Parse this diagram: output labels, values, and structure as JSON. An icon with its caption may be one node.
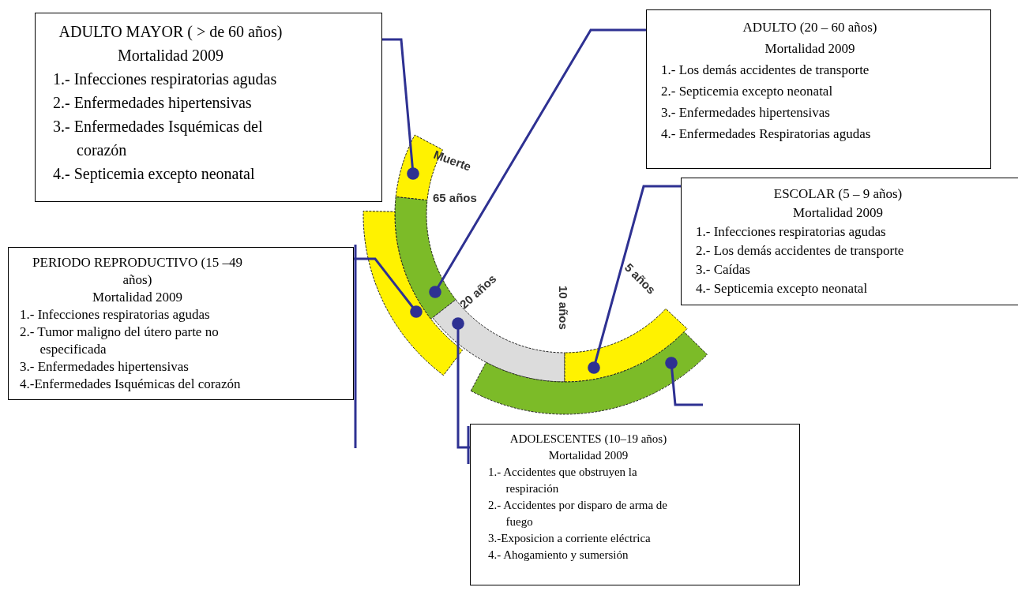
{
  "diagram": {
    "nodes": [
      {
        "text": [
          "ADULTO MAYOR ( > de 60 años)",
          "Mortalidad 2009",
          "1.- Infecciones respiratorias agudas",
          "2.- Enfermedades hipertensivas",
          "3.- Enfermedades Isquémicas del corazón",
          "4.- Septicemia excepto neonatal"
        ]
      },
      {
        "text": [
          "ADULTO (20 – 60 años)",
          "Mortalidad 2009",
          "1.- Los demás accidentes de transporte",
          "2.- Septicemia excepto neonatal",
          "3.- Enfermedades hipertensivas",
          "4.- Enfermedades Respiratorias agudas"
        ]
      },
      {
        "text": [
          "ESCOLAR (5 – 9 años)",
          "Mortalidad 2009",
          "1.- Infecciones respiratorias agudas",
          "2.- Los demás accidentes de transporte",
          "3.- Caídas",
          "4.- Septicemia excepto neonatal"
        ]
      },
      {
        "text": [
          "PERIODO REPRODUCTIVO (15 –49 años)",
          "Mortalidad 2009",
          "1.- Infecciones respiratorias agudas",
          "2.- Tumor maligno del útero parte no especificada",
          "3.- Enfermedades hipertensivas",
          "4.-Enfermedades Isquémicas del corazón"
        ]
      },
      {
        "text": [
          "ADOLESCENTES (10–19 años)",
          "Mortalidad 2009",
          "1.- Accidentes que obstruyen la respiración",
          "2.- Accidentes por disparo de arma de fuego",
          "3.-Exposicion a corriente eléctrica",
          "4.- Ahogamiento y sumersión"
        ]
      },
      {
        "text": [],
        "shape": "bar"
      },
      {
        "text": [],
        "shape": "bar"
      },
      {
        "text": [],
        "shape": "bar"
      },
      {
        "text": [],
        "shape": "bar"
      },
      {
        "text": [],
        "shape": "bar"
      },
      {
        "text": [],
        "shape": "bar"
      }
    ],
    "edges": [
      {
        "from": 0,
        "to": 5,
        "arrow": "other"
      },
      {
        "from": 1,
        "to": 6,
        "arrow": "other"
      },
      {
        "from": 3,
        "to": 7,
        "arrow": "other"
      },
      {
        "from": 4,
        "to": 8,
        "arrow": "other"
      },
      {
        "from": 2,
        "to": 9,
        "arrow": "other"
      },
      {
        "from": null,
        "to": 10,
        "arrow": "other"
      }
    ],
    "labels": [
      "Muerte",
      "65 años",
      "20 años",
      "10 años",
      "5 años"
    ]
  }
}
